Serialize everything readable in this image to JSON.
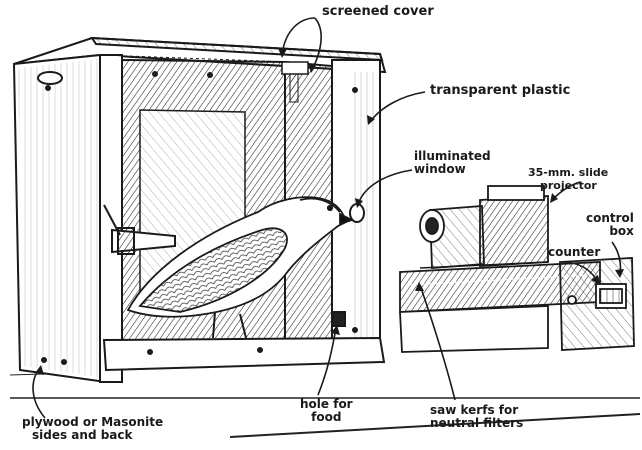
{
  "labels": {
    "screened_cover": "screened cover",
    "transparent_plastic": "transparent plastic",
    "illuminated_window": [
      "illuminated",
      "window"
    ],
    "slide_projector": [
      "35-mm. slide",
      "projector"
    ],
    "control_box": [
      "control",
      "box"
    ],
    "counter": "counter",
    "saw_kerfs": [
      "saw kerfs for",
      "neutral filters"
    ],
    "hole_for_food": [
      "hole for",
      "food"
    ],
    "sides_and_back": [
      "plywood or Masonite",
      "sides and back"
    ]
  },
  "colors": {
    "ink": "#1a1a1a",
    "paper": "#ffffff"
  }
}
